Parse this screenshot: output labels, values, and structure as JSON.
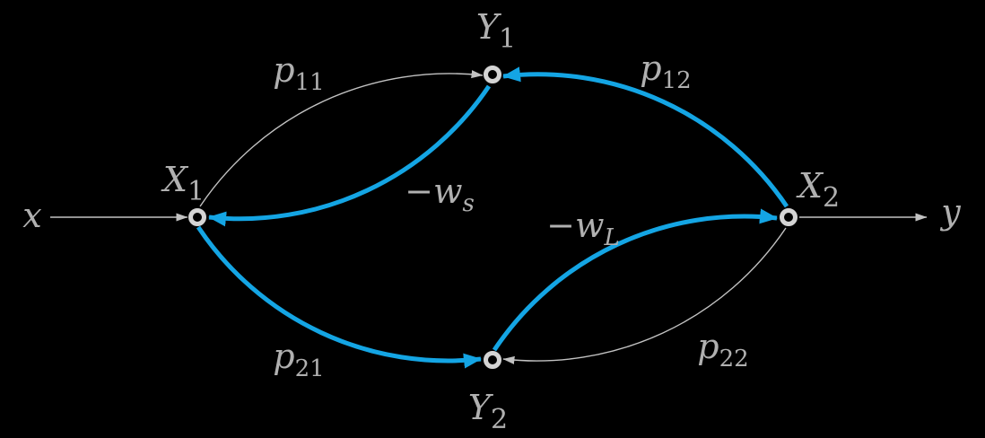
{
  "colors": {
    "background": "#000000",
    "accent": "#14a5e4",
    "label_gray": "#b0b0b0",
    "node_ring_gray": "#d4d4d4",
    "thin_edge_gray": "#c2c2c2"
  },
  "terminals": {
    "input": "x",
    "output": "y"
  },
  "nodes": {
    "x1": {
      "base": "X",
      "sub": "1"
    },
    "x2": {
      "base": "X",
      "sub": "2"
    },
    "y1": {
      "base": "Y",
      "sub": "1"
    },
    "y2": {
      "base": "Y",
      "sub": "2"
    }
  },
  "edges": {
    "p11": {
      "base": "p",
      "sub": "11",
      "from": "X1",
      "to": "Y1",
      "style": "thin"
    },
    "p12": {
      "base": "p",
      "sub": "12",
      "from": "X2",
      "to": "Y1",
      "style": "accent"
    },
    "p21": {
      "base": "p",
      "sub": "21",
      "from": "X1",
      "to": "Y2",
      "style": "accent"
    },
    "p22": {
      "base": "p",
      "sub": "22",
      "from": "X2",
      "to": "Y2",
      "style": "thin"
    },
    "ws": {
      "base": "−w",
      "sub": "s",
      "from": "Y1",
      "to": "X1",
      "style": "accent"
    },
    "wl": {
      "base": "−w",
      "sub": "L",
      "from": "Y2",
      "to": "X2",
      "style": "accent"
    },
    "input": {
      "from": "x",
      "to": "X1",
      "style": "thin"
    },
    "output": {
      "from": "X2",
      "to": "y",
      "style": "thin"
    }
  }
}
